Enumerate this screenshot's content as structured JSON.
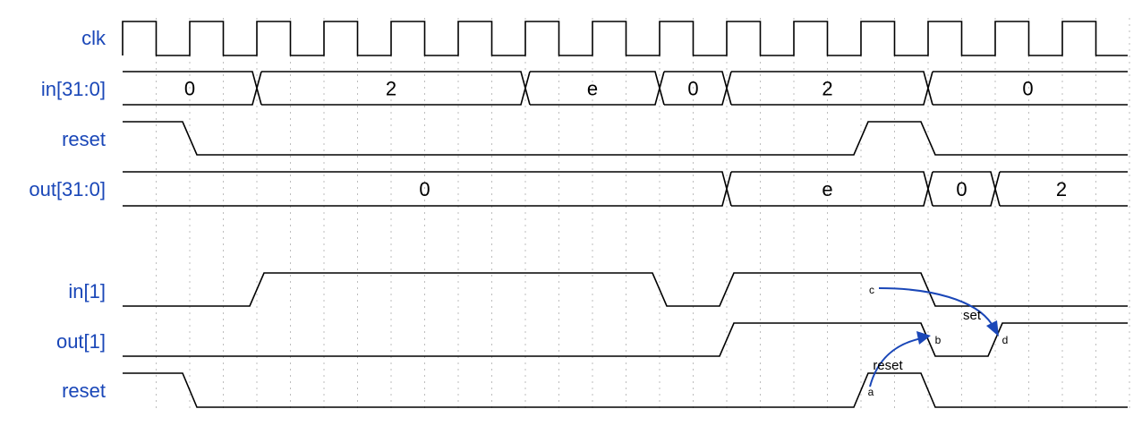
{
  "diagram": {
    "colors": {
      "label": "#1a47b8",
      "wire": "#000000",
      "grid": "#bdbdbd",
      "arrow": "#1a47b8"
    },
    "period": 75,
    "signals": [
      {
        "id": "clk",
        "label": "clk",
        "kind": "clock"
      },
      {
        "id": "in-bus",
        "label": "in[31:0]",
        "kind": "bus",
        "segments": [
          {
            "from": 0,
            "to": 2,
            "value": "0"
          },
          {
            "from": 2,
            "to": 6,
            "value": "2"
          },
          {
            "from": 6,
            "to": 8,
            "value": "e"
          },
          {
            "from": 8,
            "to": 9,
            "value": "0"
          },
          {
            "from": 9,
            "to": 12,
            "value": "2"
          },
          {
            "from": 12,
            "to": 15.5,
            "value": "0"
          }
        ]
      },
      {
        "id": "reset-top",
        "label": "reset",
        "kind": "bit",
        "levels": [
          {
            "t": 0,
            "v": 1
          },
          {
            "t": 1,
            "v": 0
          },
          {
            "t": 11,
            "v": 1
          },
          {
            "t": 12,
            "v": 0
          }
        ]
      },
      {
        "id": "out-bus",
        "label": "out[31:0]",
        "kind": "bus",
        "segments": [
          {
            "from": 0,
            "to": 9,
            "value": "0"
          },
          {
            "from": 9,
            "to": 12,
            "value": "e"
          },
          {
            "from": 12,
            "to": 13,
            "value": "0"
          },
          {
            "from": 13,
            "to": 15.5,
            "value": "2"
          }
        ]
      },
      {
        "id": "in1",
        "label": "in[1]",
        "kind": "bit",
        "levels": [
          {
            "t": 0,
            "v": 0
          },
          {
            "t": 2,
            "v": 1
          },
          {
            "t": 8,
            "v": 0
          },
          {
            "t": 9,
            "v": 1
          },
          {
            "t": 12,
            "v": 0
          }
        ]
      },
      {
        "id": "out1",
        "label": "out[1]",
        "kind": "bit",
        "levels": [
          {
            "t": 0,
            "v": 0
          },
          {
            "t": 9,
            "v": 1
          },
          {
            "t": 12,
            "v": 0
          },
          {
            "t": 13,
            "v": 1
          }
        ]
      },
      {
        "id": "reset-bottom",
        "label": "reset",
        "kind": "bit",
        "levels": [
          {
            "t": 0,
            "v": 1
          },
          {
            "t": 1,
            "v": 0
          },
          {
            "t": 11,
            "v": 1
          },
          {
            "t": 12,
            "v": 0
          }
        ]
      }
    ],
    "annotations": {
      "point_a": "a",
      "point_b": "b",
      "point_c": "c",
      "point_d": "d",
      "arrow_reset": "reset",
      "arrow_set": "set"
    }
  }
}
